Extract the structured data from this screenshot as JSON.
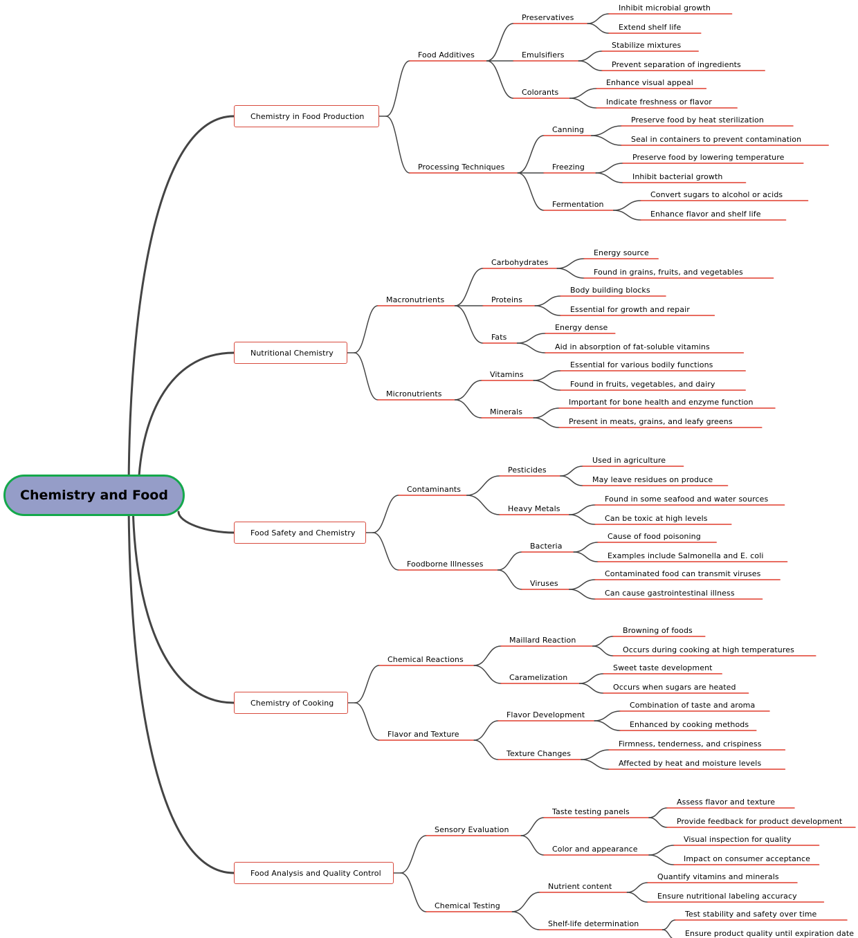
{
  "root": "Chemistry and Food",
  "colors": {
    "link": "#444444",
    "underline": "#e03b2c",
    "root_fill": "#959dc8",
    "root_border": "#14a84b",
    "box_border": "#d84a3d"
  },
  "branches": [
    {
      "label": "Chemistry in Food Production",
      "children": [
        {
          "label": "Food Additives",
          "children": [
            {
              "label": "Preservatives",
              "children": [
                "Inhibit microbial growth",
                "Extend shelf life"
              ]
            },
            {
              "label": "Emulsifiers",
              "children": [
                "Stabilize mixtures",
                "Prevent separation of ingredients"
              ]
            },
            {
              "label": "Colorants",
              "children": [
                "Enhance visual appeal",
                "Indicate freshness or flavor"
              ]
            }
          ]
        },
        {
          "label": "Processing Techniques",
          "children": [
            {
              "label": "Canning",
              "children": [
                "Preserve food by heat sterilization",
                "Seal in containers to prevent contamination"
              ]
            },
            {
              "label": "Freezing",
              "children": [
                "Preserve food by lowering temperature",
                "Inhibit bacterial growth"
              ]
            },
            {
              "label": "Fermentation",
              "children": [
                "Convert sugars to alcohol or acids",
                "Enhance flavor and shelf life"
              ]
            }
          ]
        }
      ]
    },
    {
      "label": "Nutritional Chemistry",
      "children": [
        {
          "label": "Macronutrients",
          "children": [
            {
              "label": "Carbohydrates",
              "children": [
                "Energy source",
                "Found in grains, fruits, and vegetables"
              ]
            },
            {
              "label": "Proteins",
              "children": [
                "Body building blocks",
                "Essential for growth and repair"
              ]
            },
            {
              "label": "Fats",
              "children": [
                "Energy dense",
                "Aid in absorption of fat-soluble vitamins"
              ]
            }
          ]
        },
        {
          "label": "Micronutrients",
          "children": [
            {
              "label": "Vitamins",
              "children": [
                "Essential for various bodily functions",
                "Found in fruits, vegetables, and dairy"
              ]
            },
            {
              "label": "Minerals",
              "children": [
                "Important for bone health and enzyme function",
                "Present in meats, grains, and leafy greens"
              ]
            }
          ]
        }
      ]
    },
    {
      "label": "Food Safety and Chemistry",
      "children": [
        {
          "label": "Contaminants",
          "children": [
            {
              "label": "Pesticides",
              "children": [
                "Used in agriculture",
                "May leave residues on produce"
              ]
            },
            {
              "label": "Heavy Metals",
              "children": [
                "Found in some seafood and water sources",
                "Can be toxic at high levels"
              ]
            }
          ]
        },
        {
          "label": "Foodborne Illnesses",
          "children": [
            {
              "label": "Bacteria",
              "children": [
                "Cause of food poisoning",
                "Examples include Salmonella and E. coli"
              ]
            },
            {
              "label": "Viruses",
              "children": [
                "Contaminated food can transmit viruses",
                "Can cause gastrointestinal illness"
              ]
            }
          ]
        }
      ]
    },
    {
      "label": "Chemistry of Cooking",
      "children": [
        {
          "label": "Chemical Reactions",
          "children": [
            {
              "label": "Maillard Reaction",
              "children": [
                "Browning of foods",
                "Occurs during cooking at high temperatures"
              ]
            },
            {
              "label": "Caramelization",
              "children": [
                "Sweet taste development",
                "Occurs when sugars are heated"
              ]
            }
          ]
        },
        {
          "label": "Flavor and Texture",
          "children": [
            {
              "label": "Flavor Development",
              "children": [
                "Combination of taste and aroma",
                "Enhanced by cooking methods"
              ]
            },
            {
              "label": "Texture Changes",
              "children": [
                "Firmness, tenderness, and crispiness",
                "Affected by heat and moisture levels"
              ]
            }
          ]
        }
      ]
    },
    {
      "label": "Food Analysis and Quality Control",
      "children": [
        {
          "label": "Sensory Evaluation",
          "children": [
            {
              "label": "Taste testing panels",
              "children": [
                "Assess flavor and texture",
                "Provide feedback for product development"
              ]
            },
            {
              "label": "Color and appearance",
              "children": [
                "Visual inspection for quality",
                "Impact on consumer acceptance"
              ]
            }
          ]
        },
        {
          "label": "Chemical Testing",
          "children": [
            {
              "label": "Nutrient content",
              "children": [
                "Quantify vitamins and minerals",
                "Ensure nutritional labeling accuracy"
              ]
            },
            {
              "label": "Shelf-life determination",
              "children": [
                "Test stability and safety over time",
                "Ensure product quality until expiration date"
              ]
            }
          ]
        }
      ]
    }
  ]
}
